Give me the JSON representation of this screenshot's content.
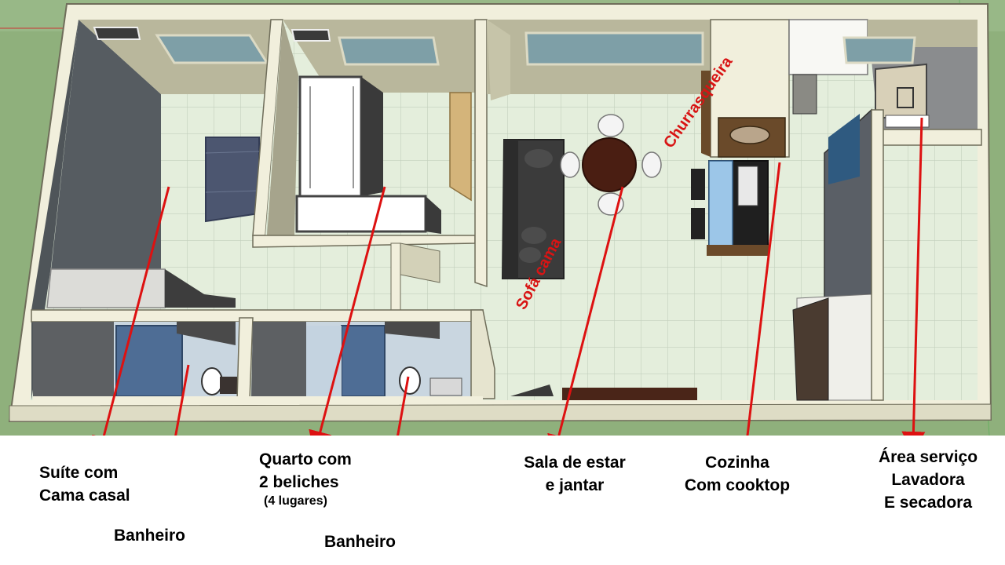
{
  "labels": {
    "suite": [
      "Suíte com",
      "Cama casal"
    ],
    "bath_left": "Banheiro",
    "quarto": [
      "Quarto com",
      "2 beliches"
    ],
    "quarto_note": "(4 lugares)",
    "bath_mid": "Banheiro",
    "sala": [
      "Sala de estar",
      "e jantar"
    ],
    "cozinha": [
      "Cozinha",
      "Com cooktop"
    ],
    "area": [
      "Área serviço",
      "Lavadora",
      "E secadora"
    ],
    "sofa": "Sofá cama",
    "churrasqueira": "Churrasqueira"
  },
  "colors": {
    "arrow": "#dd1111",
    "red_text": "#d81414",
    "wall_top": "#f1efdc",
    "wall_side": "#b8b69b",
    "floor": "#e2ecda",
    "floor_grid": "#c4d1bf",
    "grass": "#8fb07c"
  }
}
